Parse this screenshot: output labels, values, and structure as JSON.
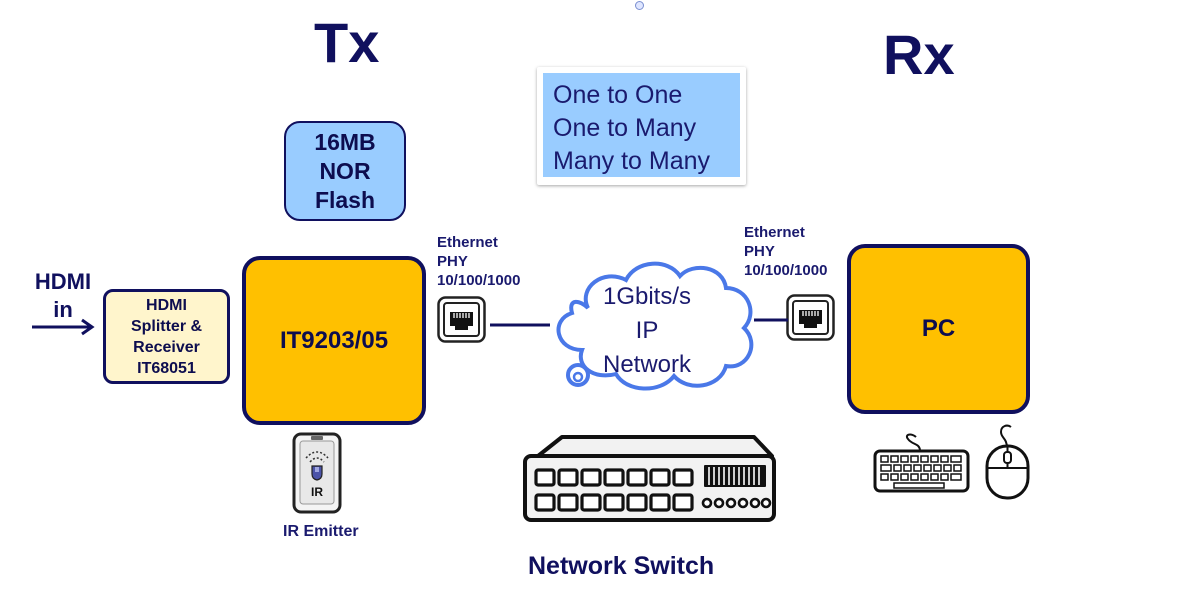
{
  "titles": {
    "tx": "Tx",
    "rx": "Rx"
  },
  "flash": {
    "lines": [
      "16MB",
      "NOR",
      "Flash"
    ]
  },
  "modes": {
    "lines": [
      "One to One",
      "One to Many",
      "Many to Many"
    ]
  },
  "hdmi_in": {
    "lines": [
      "HDMI",
      "in"
    ]
  },
  "splitter": {
    "lines": [
      "HDMI",
      "Splitter &",
      "Receiver",
      "IT68051"
    ]
  },
  "chip": {
    "label": "IT9203/05"
  },
  "pc": {
    "label": "PC"
  },
  "eth_left": {
    "lines": [
      "Ethernet",
      "PHY",
      "10/100/1000"
    ]
  },
  "eth_right": {
    "lines": [
      "Ethernet",
      "PHY",
      "10/100/1000"
    ]
  },
  "cloud": {
    "lines": [
      "1Gbits/s",
      "IP",
      "Network"
    ]
  },
  "ir": {
    "badge": "IR",
    "label": "IR Emitter"
  },
  "switch": {
    "label": "Network Switch"
  },
  "colors": {
    "orange": "#ffc000",
    "light_blue": "#99ccff",
    "navy": "#10105e",
    "cloud_blue": "#4a78e8"
  }
}
